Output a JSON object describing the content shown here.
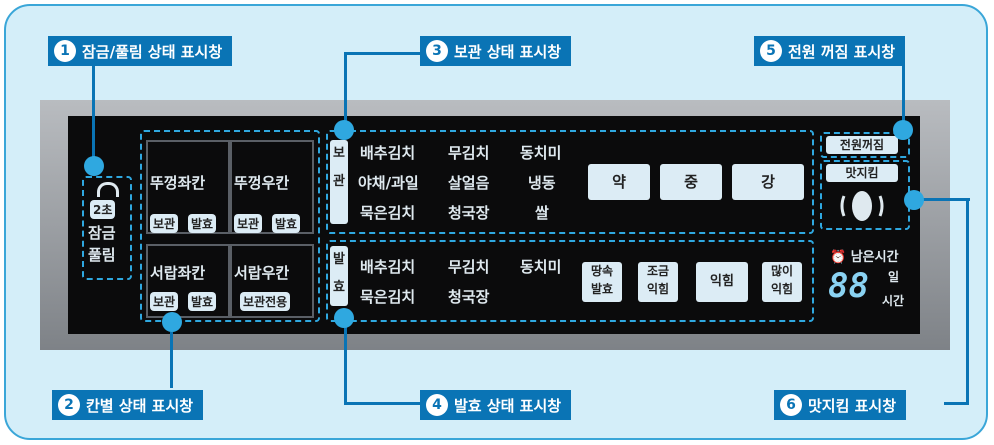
{
  "callouts": [
    {
      "num": "1",
      "label": "잠금/풀림 상태 표시창"
    },
    {
      "num": "2",
      "label": "칸별 상태 표시창"
    },
    {
      "num": "3",
      "label": "보관 상태 표시창"
    },
    {
      "num": "4",
      "label": "발효 상태 표시창"
    },
    {
      "num": "5",
      "label": "전원 꺼짐 표시창"
    },
    {
      "num": "6",
      "label": "맛지킴 표시창"
    }
  ],
  "lock": {
    "seconds": "2초",
    "lock": "잠금",
    "unlock": "풀림"
  },
  "compartments": [
    {
      "name": "뚜껑좌칸",
      "tags": [
        "보관",
        "발효"
      ]
    },
    {
      "name": "뚜껑우칸",
      "tags": [
        "보관",
        "발효"
      ]
    },
    {
      "name": "서랍좌칸",
      "tags": [
        "보관",
        "발효"
      ]
    },
    {
      "name": "서랍우칸",
      "tags": [
        "보관전용"
      ]
    }
  ],
  "storage": {
    "title": "보관",
    "items": [
      "배추김치",
      "무김치",
      "동치미",
      "야채/과일",
      "살얼음",
      "냉동",
      "묵은김치",
      "청국장",
      "쌀"
    ],
    "levels": [
      "약",
      "중",
      "강"
    ]
  },
  "fermentation": {
    "title": "발효",
    "items": [
      "배추김치",
      "무김치",
      "동치미",
      "묵은김치",
      "청국장"
    ],
    "levels": [
      "땅속발효",
      "조금익힘",
      "익힘",
      "많이익힘"
    ],
    "level_lines": [
      [
        "땅속",
        "발효"
      ],
      [
        "조금",
        "익힘"
      ],
      [
        "익힘"
      ],
      [
        "많이",
        "익힘"
      ]
    ]
  },
  "power_off": "전원꺼짐",
  "flavor": "맛지킴",
  "remaining": {
    "label": "남은시간",
    "digits": "88",
    "day": "일",
    "hour": "시간"
  },
  "colors": {
    "accent": "#0a74b5",
    "dash": "#2fa8e0",
    "frame_bg": "#d4eef9"
  }
}
